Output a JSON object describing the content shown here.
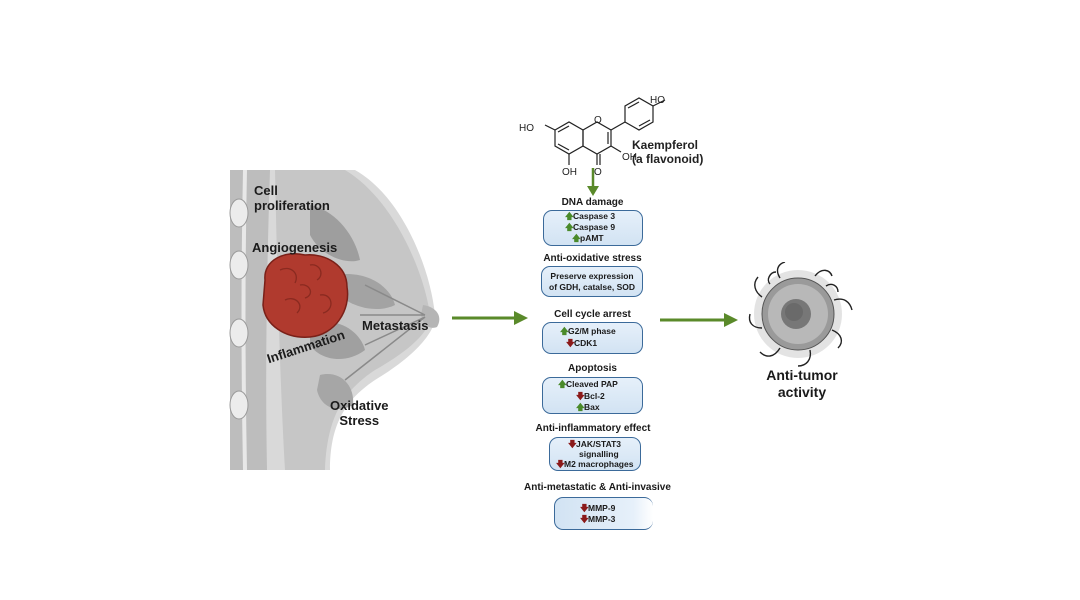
{
  "colors": {
    "arrow": "#5a8a2a",
    "tumor": "#b03a2e",
    "box_border": "#3b6a9a",
    "box_fill": "#dbe8f5",
    "up_arrow": "#4a8a2a",
    "down_arrow": "#8b1a1a"
  },
  "breast": {
    "labels": {
      "proliferation": "Cell\nproliferation",
      "angiogenesis": "Angiogenesis",
      "metastasis": "Metastasis",
      "inflammation": "Inflammation",
      "oxidative": "Oxidative\nStress"
    }
  },
  "molecule": {
    "ho_top": "HO",
    "ho_left": "HO",
    "oh_mid": "OH",
    "oh_bottom": "OH",
    "o_ring": "O",
    "o_carbonyl": "O",
    "name": "Kaempferol",
    "subtitle": "(a flavonoid)"
  },
  "sections": [
    {
      "title": "DNA damage",
      "lines": [
        {
          "dir": "up",
          "text": "Caspase 3"
        },
        {
          "dir": "up",
          "text": "Caspase 9"
        },
        {
          "dir": "up",
          "text": "pAMT"
        }
      ]
    },
    {
      "title": "Anti-oxidative stress",
      "lines": [
        {
          "dir": "",
          "text": "Preserve expression"
        },
        {
          "dir": "",
          "text": "of GDH, catalse, SOD"
        }
      ]
    },
    {
      "title": "Cell cycle arrest",
      "lines": [
        {
          "dir": "up",
          "text": "G2/M phase"
        },
        {
          "dir": "down",
          "text": "CDK1"
        }
      ]
    },
    {
      "title": "Apoptosis",
      "lines": [
        {
          "dir": "up",
          "text": "Cleaved PAP"
        },
        {
          "dir": "down",
          "text": "Bcl-2"
        },
        {
          "dir": "up",
          "text": "Bax"
        }
      ]
    },
    {
      "title": "Anti-inflammatory effect",
      "lines": [
        {
          "dir": "down",
          "text": "JAK/STAT3"
        },
        {
          "dir": "",
          "text": "signalling"
        },
        {
          "dir": "down",
          "text": "M2 macrophages"
        }
      ]
    },
    {
      "title": "Anti-metastatic & Anti-invasive",
      "lines": [
        {
          "dir": "down",
          "text": "MMP-9"
        },
        {
          "dir": "down",
          "text": "MMP-3"
        }
      ]
    }
  ],
  "outcome": {
    "label": "Anti-tumor\nactivity"
  }
}
